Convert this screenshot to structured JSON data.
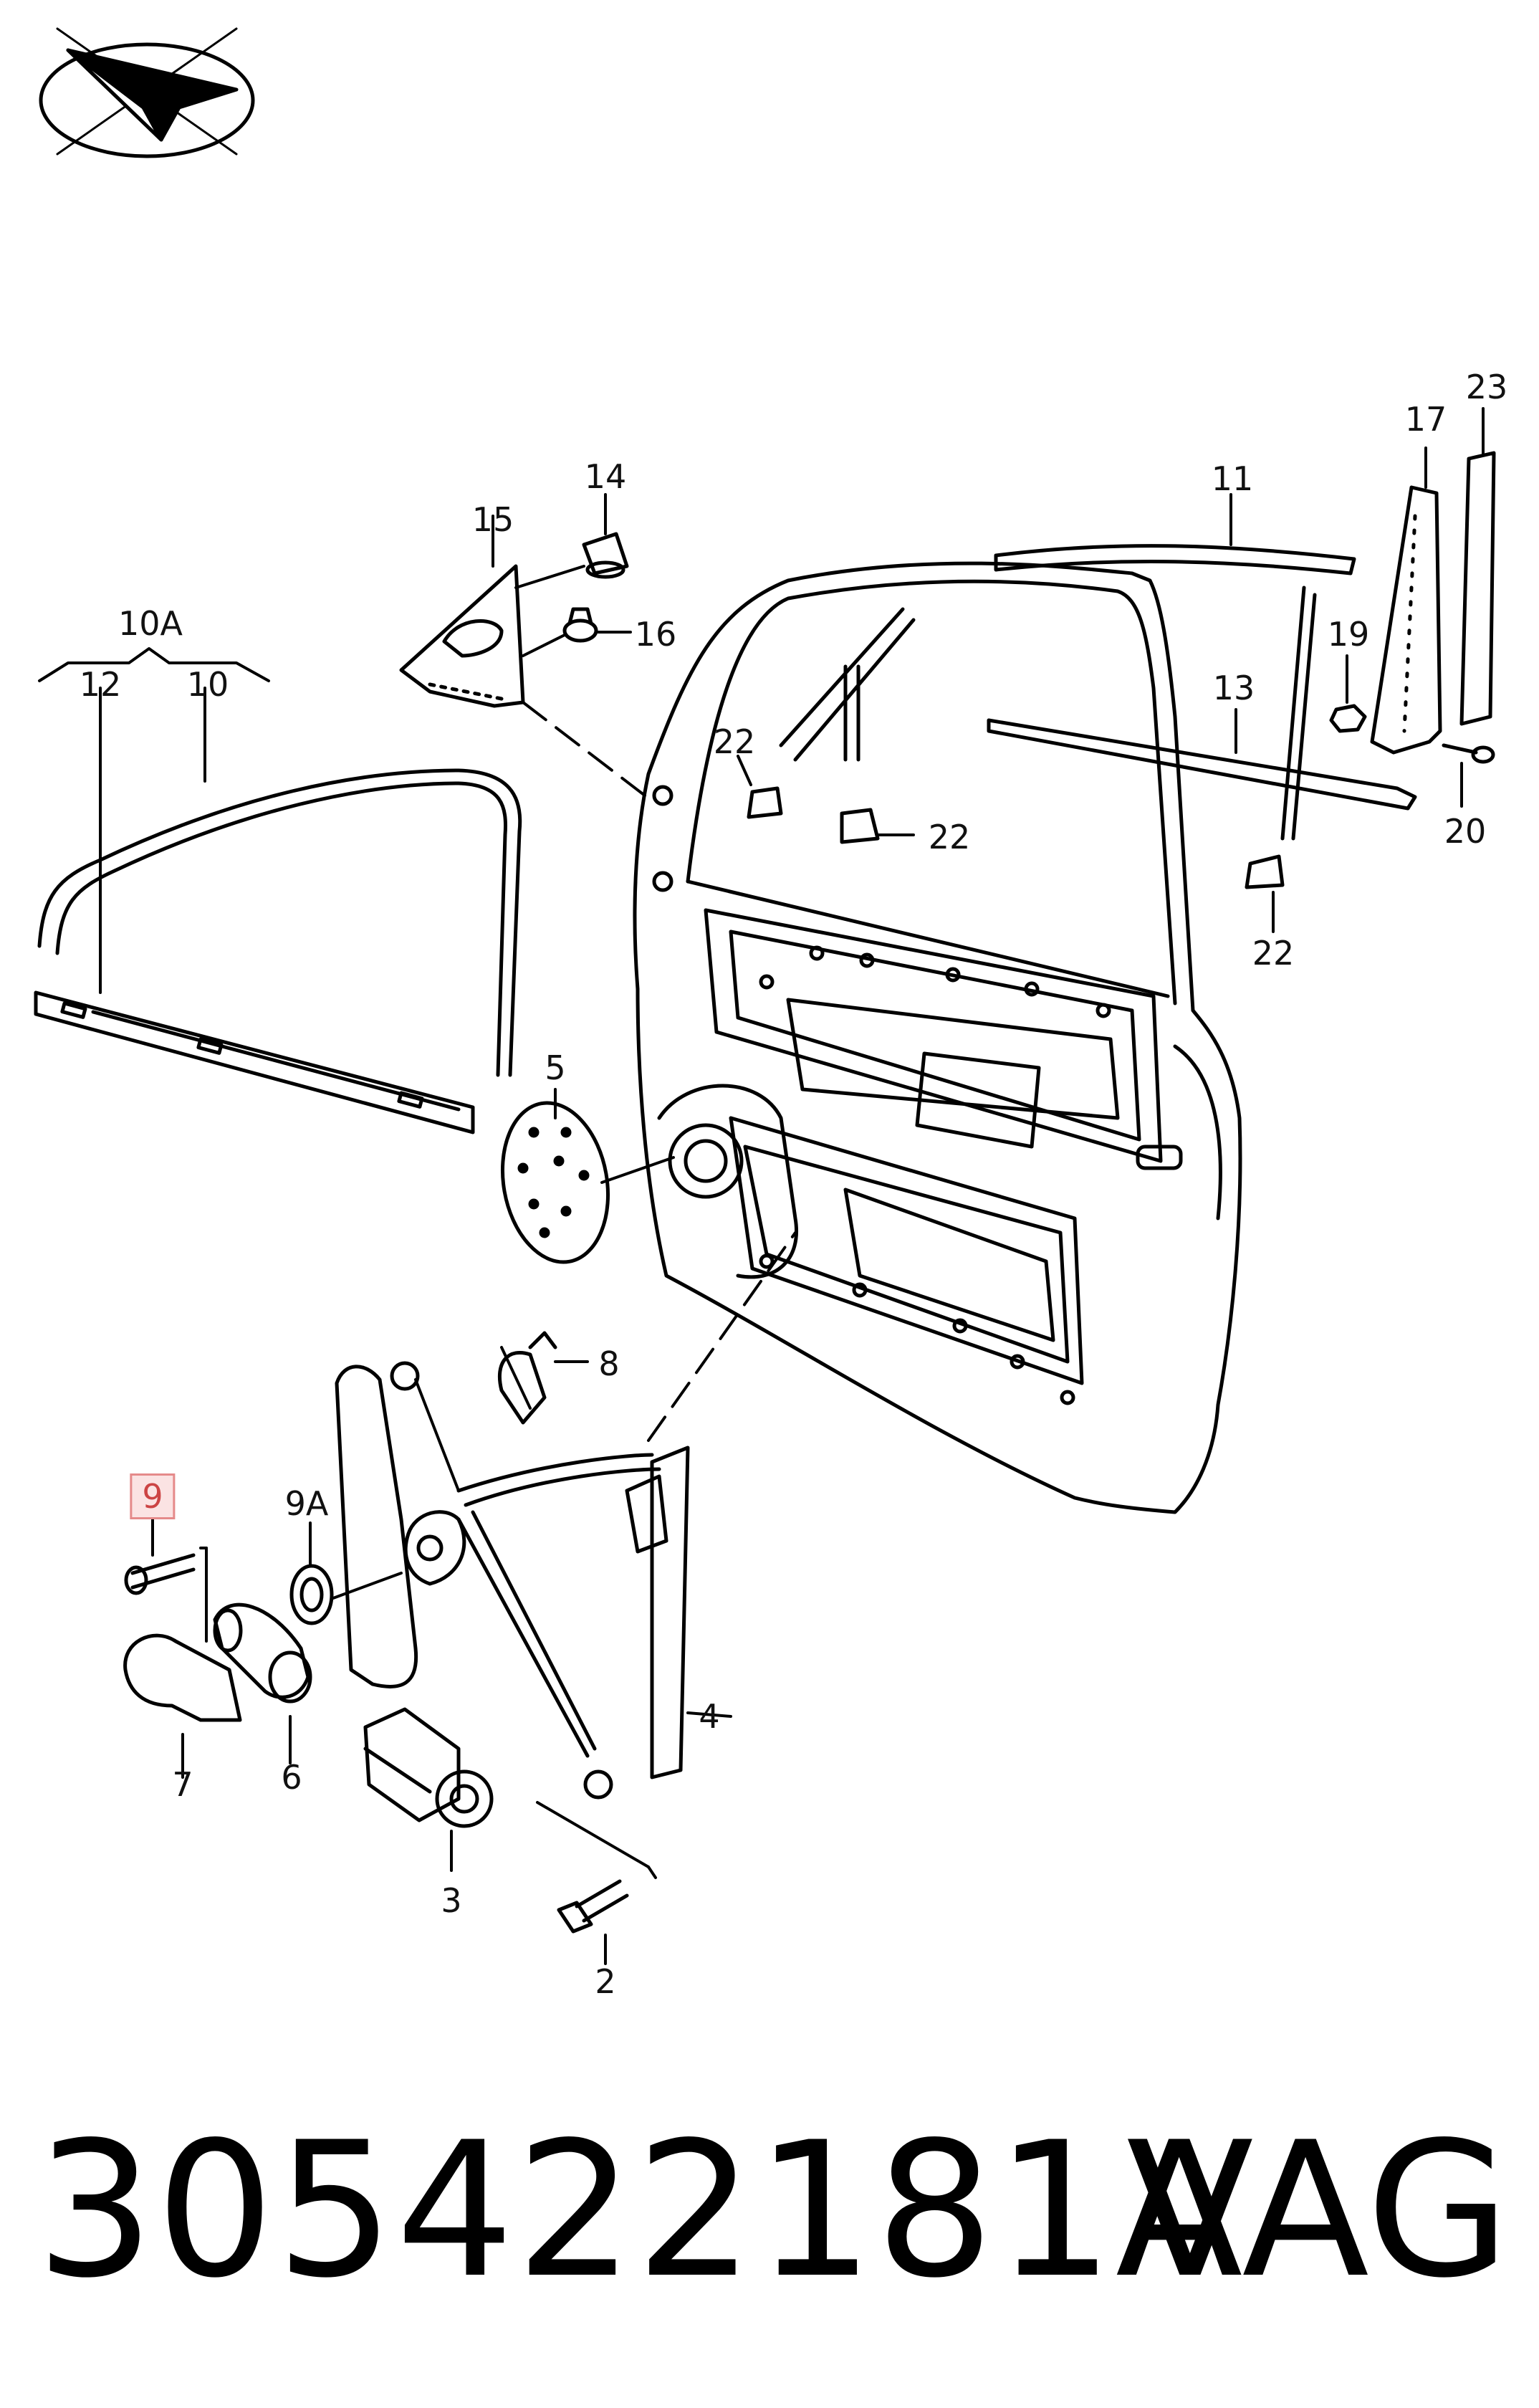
{
  "diagram": {
    "callouts": [
      {
        "id": "10A",
        "text": "10A"
      },
      {
        "id": "12",
        "text": "12"
      },
      {
        "id": "10",
        "text": "10"
      },
      {
        "id": "15",
        "text": "15"
      },
      {
        "id": "14",
        "text": "14"
      },
      {
        "id": "16",
        "text": "16"
      },
      {
        "id": "11",
        "text": "11"
      },
      {
        "id": "17",
        "text": "17"
      },
      {
        "id": "23",
        "text": "23"
      },
      {
        "id": "19",
        "text": "19"
      },
      {
        "id": "13",
        "text": "13"
      },
      {
        "id": "20",
        "text": "20"
      },
      {
        "id": "22a",
        "text": "22"
      },
      {
        "id": "22b",
        "text": "22"
      },
      {
        "id": "22c",
        "text": "22"
      },
      {
        "id": "5",
        "text": "5"
      },
      {
        "id": "8",
        "text": "8"
      },
      {
        "id": "9",
        "text": "9",
        "highlighted": true
      },
      {
        "id": "9A",
        "text": "9A"
      },
      {
        "id": "7",
        "text": "7"
      },
      {
        "id": "6",
        "text": "6"
      },
      {
        "id": "3",
        "text": "3"
      },
      {
        "id": "4",
        "text": "4"
      },
      {
        "id": "2",
        "text": "2"
      }
    ],
    "highlight_color": "#e58a8a"
  },
  "footer": {
    "part_number": "305422181A",
    "brand": "VAG"
  },
  "logo": {
    "icon": "paper-plane-logo-icon"
  }
}
